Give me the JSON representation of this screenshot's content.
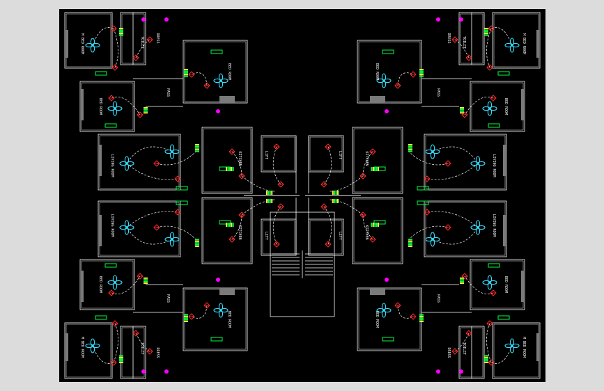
{
  "drawing": {
    "background": "#000000",
    "frame_color": "#dcdcdc",
    "wall_color": "#ffffff",
    "colors": {
      "fan": "#33e0ff",
      "light": "#ff2a2a",
      "switch_board": "#00ff44",
      "socket": "#ff00ff",
      "wire": "#ffffff"
    },
    "rooms": {
      "master_bed": "M BED ROOM",
      "bed": "BED ROOM",
      "living": "LIVING ROOM",
      "kitchen": "KITCHEN",
      "toilet": "TOILET",
      "dress": "DRESS",
      "pass": "PASS",
      "lift": "LIFT"
    },
    "symbols": [
      "ceiling-fan-icon",
      "light-point-icon",
      "switch-board-icon",
      "socket-icon"
    ]
  }
}
